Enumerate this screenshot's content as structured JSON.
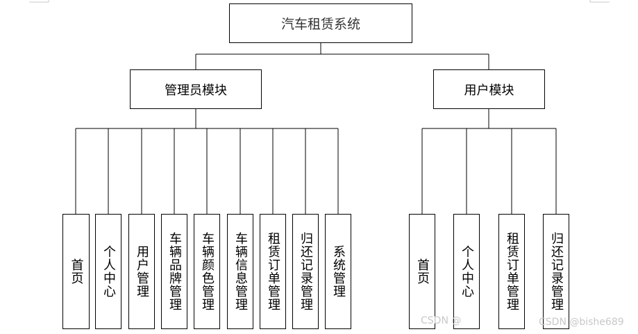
{
  "root": {
    "label": "汽车租赁系统"
  },
  "modules": [
    {
      "key": "admin",
      "label": "管理员模块",
      "children": [
        "首页",
        "个人中心",
        "用户管理",
        "车辆品牌管理",
        "车辆颜色管理",
        "车辆信息管理",
        "租赁订单管理",
        "归还记录管理",
        "系统管理"
      ]
    },
    {
      "key": "user",
      "label": "用户模块",
      "children": [
        "首页",
        "个人中心",
        "租赁订单管理",
        "归还记录管理"
      ]
    }
  ],
  "watermarks": [
    "CSDN @",
    "CSDN @bishe689"
  ]
}
